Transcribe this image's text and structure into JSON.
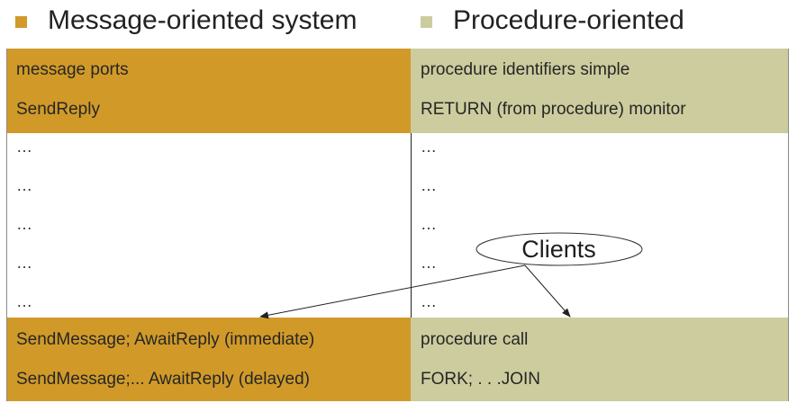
{
  "headings": {
    "left": "Message-oriented system",
    "right": "Procedure-oriented"
  },
  "colors": {
    "message_band": "#d19a28",
    "procedure_band": "#cdcc9e"
  },
  "columns": {
    "message": {
      "top_rows": [
        "message ports",
        "SendReply"
      ],
      "middle_rows": [
        "…",
        "…",
        "…",
        "…",
        "…"
      ],
      "bottom_rows": [
        "SendMessage; AwaitReply (immediate)",
        "SendMessage;... AwaitReply (delayed)"
      ]
    },
    "procedure": {
      "top_rows": [
        "procedure identifiers simple",
        "RETURN (from procedure) monitor"
      ],
      "middle_rows": [
        "…",
        "…",
        "…",
        "…",
        "…"
      ],
      "bottom_rows": [
        "procedure call",
        "FORK; . . .JOIN"
      ]
    }
  },
  "callout": {
    "label": "Clients",
    "arrows_to": [
      "message-bottom-band",
      "procedure-bottom-band"
    ]
  }
}
